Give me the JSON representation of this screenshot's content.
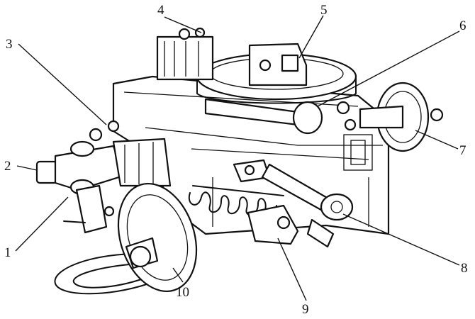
{
  "callouts": [
    {
      "id": "1",
      "label": "1"
    },
    {
      "id": "2",
      "label": "2"
    },
    {
      "id": "3",
      "label": "3"
    },
    {
      "id": "4",
      "label": "4"
    },
    {
      "id": "5",
      "label": "5"
    },
    {
      "id": "6",
      "label": "6"
    },
    {
      "id": "7",
      "label": "7"
    },
    {
      "id": "8",
      "label": "8"
    },
    {
      "id": "9",
      "label": "9"
    },
    {
      "id": "10",
      "label": "10"
    }
  ],
  "colors": {
    "ink": "#111111",
    "background": "#ffffff"
  }
}
